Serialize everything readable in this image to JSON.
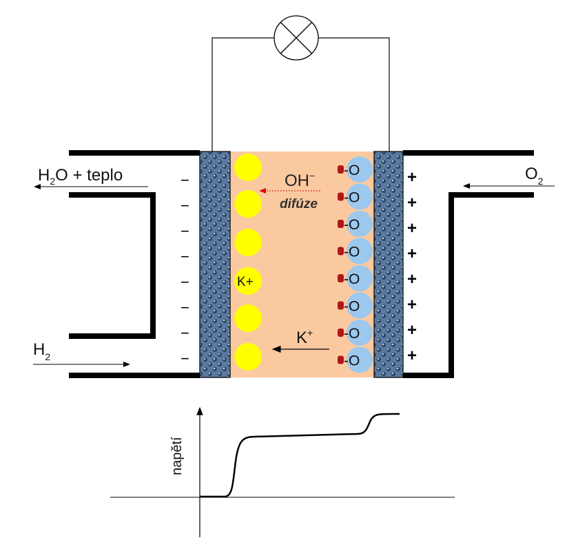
{
  "labels": {
    "h2o_out": "H",
    "h2o_sub": "2",
    "h2o_rest": "O + teplo",
    "h2_in": "H",
    "h2_sub": "2",
    "o2_in": "O",
    "o2_sub": "2",
    "oh": "OH",
    "oh_sup": "−",
    "diffusion": "difúze",
    "k_ion": "K+",
    "k_arrow": "K",
    "k_arrow_sup": "+",
    "o_minus": "-O",
    "minus": "−",
    "plus": "+",
    "voltage_axis": "napětí"
  },
  "colors": {
    "electrolyte": "#fbc9a0",
    "electrode": "#5a7aa0",
    "k_ion": "#ffff00",
    "o_ion": "#9cc8ee",
    "h_atom": "#b01818",
    "diffusion_arrow": "#e00000"
  },
  "icons": [
    "lamp-icon"
  ]
}
